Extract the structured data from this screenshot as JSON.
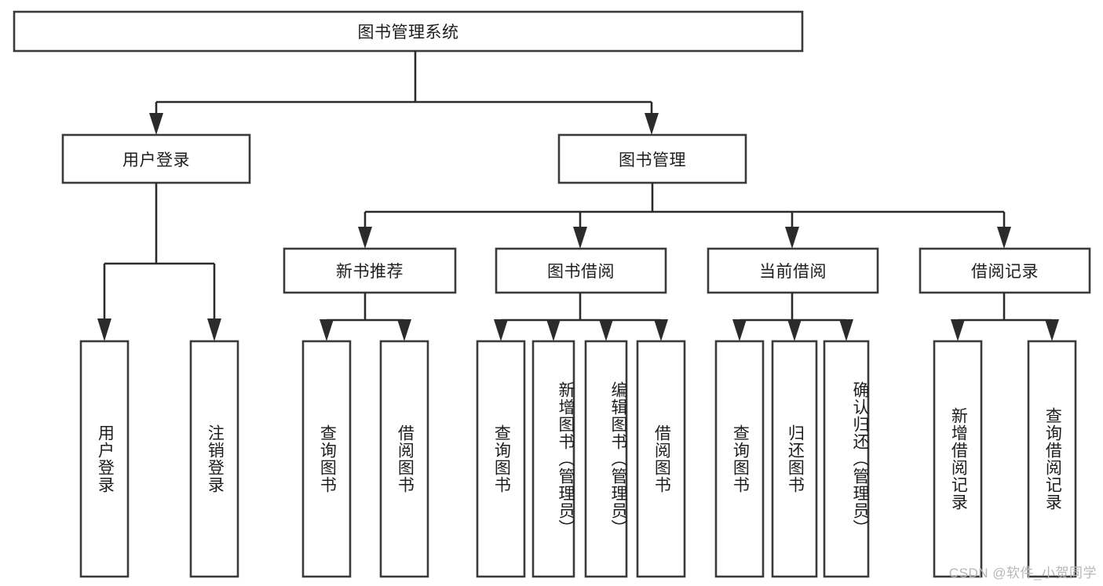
{
  "diagram": {
    "type": "tree-hierarchy",
    "title": "图书管理系统",
    "watermark": "CSDN @软件_小贺同学",
    "colors": {
      "box_stroke": "#3a3a3a",
      "connector": "#2b2b2b",
      "background": "#ffffff",
      "text": "#1d1d1d",
      "watermark": "#b7b7b7"
    },
    "nodes": {
      "root": {
        "label": "图书管理系统",
        "level": 1,
        "orientation": "horizontal"
      },
      "l2": [
        {
          "label": "用户登录",
          "level": 2,
          "orientation": "horizontal"
        },
        {
          "label": "图书管理",
          "level": 2,
          "orientation": "horizontal"
        }
      ],
      "l3": [
        {
          "label": "新书推荐",
          "level": 3,
          "orientation": "horizontal"
        },
        {
          "label": "图书借阅",
          "level": 3,
          "orientation": "horizontal"
        },
        {
          "label": "当前借阅",
          "level": 3,
          "orientation": "horizontal"
        },
        {
          "label": "借阅记录",
          "level": 3,
          "orientation": "horizontal"
        }
      ],
      "leaves_user_login": [
        {
          "label": "用户登录",
          "orientation": "vertical"
        },
        {
          "label": "注销登录",
          "orientation": "vertical"
        }
      ],
      "leaves_new_book": [
        {
          "label": "查询图书",
          "orientation": "vertical"
        },
        {
          "label": "借阅图书",
          "orientation": "vertical"
        }
      ],
      "leaves_borrow": [
        {
          "label": "查询图书",
          "orientation": "vertical"
        },
        {
          "label": "新增图书（管理员）",
          "orientation": "vertical"
        },
        {
          "label": "编辑图书（管理员）",
          "orientation": "vertical"
        },
        {
          "label": "借阅图书",
          "orientation": "vertical"
        }
      ],
      "leaves_current": [
        {
          "label": "查询图书",
          "orientation": "vertical"
        },
        {
          "label": "归还图书",
          "orientation": "vertical"
        },
        {
          "label": "确认归还（管理员）",
          "orientation": "vertical"
        }
      ],
      "leaves_records": [
        {
          "label": "新增借阅记录",
          "orientation": "vertical"
        },
        {
          "label": "查询借阅记录",
          "orientation": "vertical"
        }
      ]
    },
    "edges": [
      {
        "from": "图书管理系统",
        "to": "用户登录"
      },
      {
        "from": "图书管理系统",
        "to": "图书管理"
      },
      {
        "from": "用户登录",
        "to": "用户登录"
      },
      {
        "from": "用户登录",
        "to": "注销登录"
      },
      {
        "from": "图书管理",
        "to": "新书推荐"
      },
      {
        "from": "图书管理",
        "to": "图书借阅"
      },
      {
        "from": "图书管理",
        "to": "当前借阅"
      },
      {
        "from": "图书管理",
        "to": "借阅记录"
      },
      {
        "from": "新书推荐",
        "to": "查询图书"
      },
      {
        "from": "新书推荐",
        "to": "借阅图书"
      },
      {
        "from": "图书借阅",
        "to": "查询图书"
      },
      {
        "from": "图书借阅",
        "to": "新增图书（管理员）"
      },
      {
        "from": "图书借阅",
        "to": "编辑图书（管理员）"
      },
      {
        "from": "图书借阅",
        "to": "借阅图书"
      },
      {
        "from": "当前借阅",
        "to": "查询图书"
      },
      {
        "from": "当前借阅",
        "to": "归还图书"
      },
      {
        "from": "当前借阅",
        "to": "确认归还（管理员）"
      },
      {
        "from": "借阅记录",
        "to": "新增借阅记录"
      },
      {
        "from": "借阅记录",
        "to": "查询借阅记录"
      }
    ]
  }
}
